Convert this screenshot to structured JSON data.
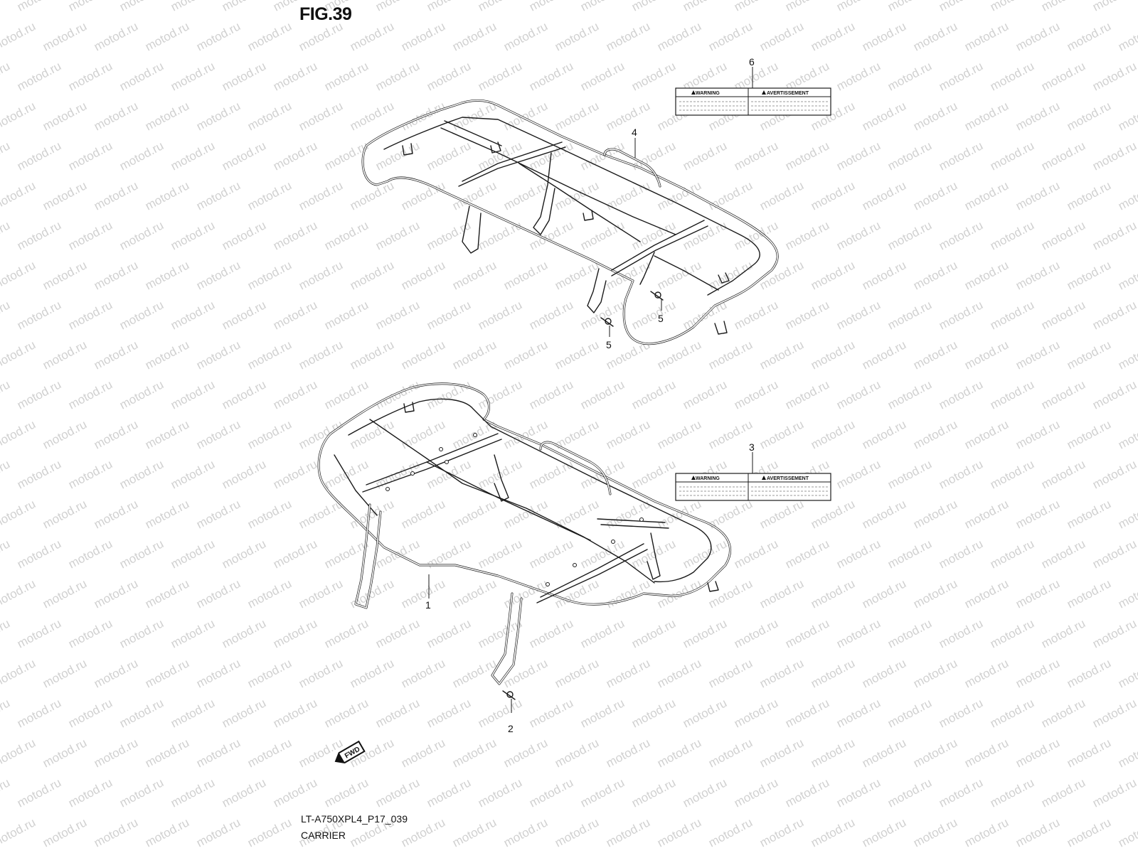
{
  "header": {
    "figure": "FIG.39"
  },
  "footer": {
    "code": "LT-A750XPL4_P17_039",
    "name": "CARRIER"
  },
  "watermark": {
    "text": "motod.ru",
    "color": "#d0d0d0"
  },
  "parts": {
    "p1": "1",
    "p2": "2",
    "p3": "3",
    "p4": "4",
    "p5a": "5",
    "p5b": "5",
    "p6": "6"
  },
  "labels": {
    "upper": {
      "left": "WARNING",
      "right": "AVERTISSEMENT"
    },
    "lower": {
      "left": "WARNING",
      "right": "AVERTISSEMENT"
    }
  },
  "direction_badge": "FWD"
}
